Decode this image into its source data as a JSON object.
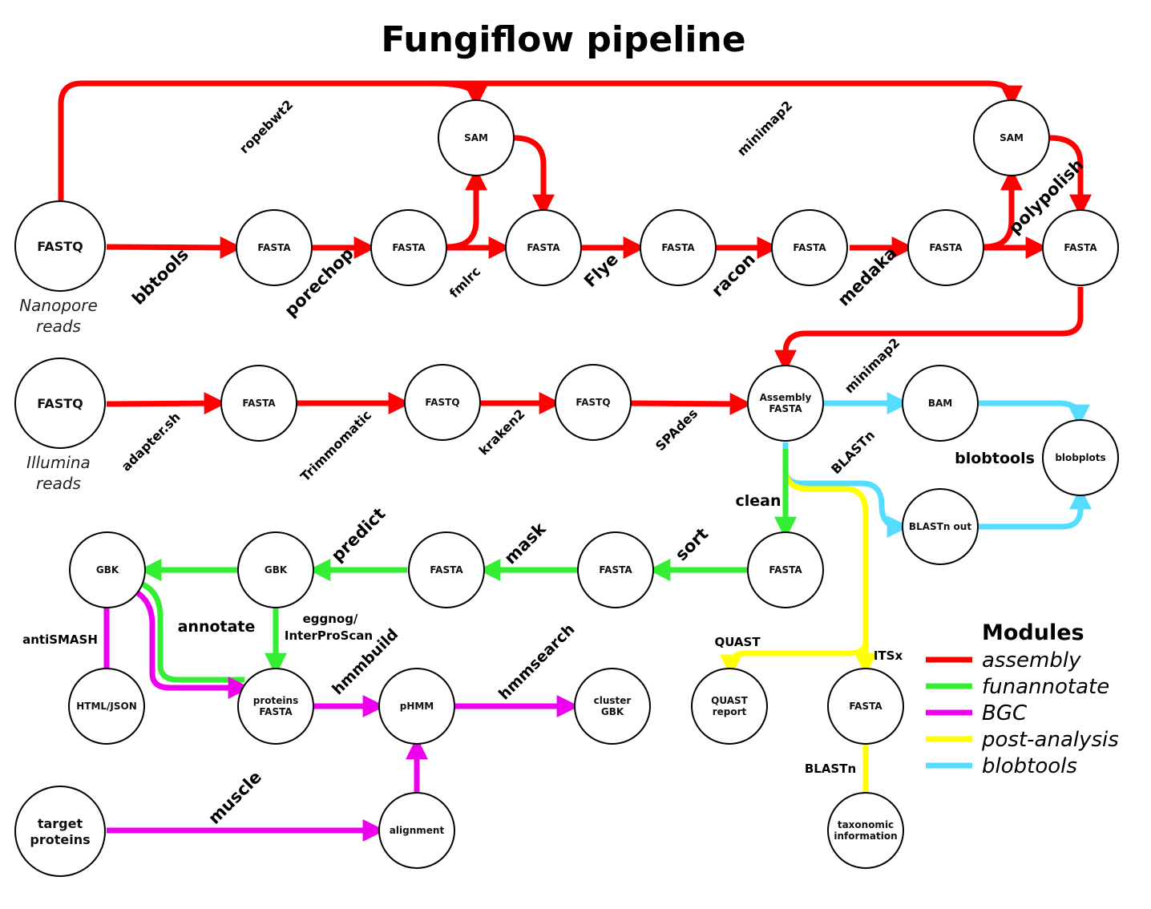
{
  "title": "Fungiflow pipeline",
  "colors": {
    "assembly": "#ff0000",
    "funannotate": "#33ee33",
    "bgc": "#ee00ee",
    "post_analysis": "#ffff00",
    "blobtools": "#55ddff"
  },
  "nodes": {
    "fastq_nano": [
      "FASTQ"
    ],
    "fasta_a1": [
      "FASTA"
    ],
    "fasta_a2": [
      "FASTA"
    ],
    "sam_1": [
      "SAM"
    ],
    "fasta_a3": [
      "FASTA"
    ],
    "fasta_a4": [
      "FASTA"
    ],
    "fasta_a5": [
      "FASTA"
    ],
    "fasta_a6": [
      "FASTA"
    ],
    "sam_2": [
      "SAM"
    ],
    "fasta_a7": [
      "FASTA"
    ],
    "fastq_illu": [
      "FASTQ"
    ],
    "fasta_i1": [
      "FASTA"
    ],
    "fastq_i2": [
      "FASTQ"
    ],
    "fastq_i3": [
      "FASTQ"
    ],
    "assembly": [
      "Assembly",
      "FASTA"
    ],
    "bam": [
      "BAM"
    ],
    "blobplots": [
      "blobplots"
    ],
    "blastn_out": [
      "BLASTn out"
    ],
    "gbk_1": [
      "GBK"
    ],
    "gbk_2": [
      "GBK"
    ],
    "fasta_f1": [
      "FASTA"
    ],
    "fasta_f2": [
      "FASTA"
    ],
    "fasta_f3": [
      "FASTA"
    ],
    "html_json": [
      "HTML/JSON"
    ],
    "proteins": [
      "proteins",
      "FASTA"
    ],
    "phmm": [
      "pHMM"
    ],
    "cluster": [
      "cluster",
      "GBK"
    ],
    "quast": [
      "QUAST",
      "report"
    ],
    "fasta_its": [
      "FASTA"
    ],
    "target": [
      "target",
      "proteins"
    ],
    "alignment": [
      "alignment"
    ],
    "taxonomic": [
      "taxonomic",
      "information"
    ]
  },
  "captions": {
    "nanopore": [
      "Nanopore",
      "reads"
    ],
    "illumina": [
      "Illumina",
      "reads"
    ]
  },
  "tools": {
    "bbtools": "bbtools",
    "porechop": "porechop",
    "fmlrc": "fmlrc",
    "ropebwt2": "ropebwt2",
    "flye": "Flye",
    "racon": "racon",
    "medaka": "medaka",
    "minimap2_top": "minimap2",
    "polypolish": "polypolish",
    "adapter": "adapter.sh",
    "trimmomatic": "Trimmomatic",
    "kraken2": "kraken2",
    "spades": "SPAdes",
    "minimap2_bam": "minimap2",
    "blastn_blob": "BLASTn",
    "blobtools": "blobtools",
    "clean": "clean",
    "sort": "sort",
    "mask": "mask",
    "predict": "predict",
    "annotate": "annotate",
    "eggnog": "eggnog/",
    "interproscan": "InterProScan",
    "antismash": "antiSMASH",
    "hmmbuild": "hmmbuild",
    "hmmsearch": "hmmsearch",
    "muscle": "muscle",
    "quast": "QUAST",
    "itsx": "ITSx",
    "blastn_tax": "BLASTn"
  },
  "legend": {
    "title": "Modules",
    "items": [
      "assembly",
      "funannotate",
      "BGC",
      "post-analysis",
      "blobtools"
    ]
  }
}
